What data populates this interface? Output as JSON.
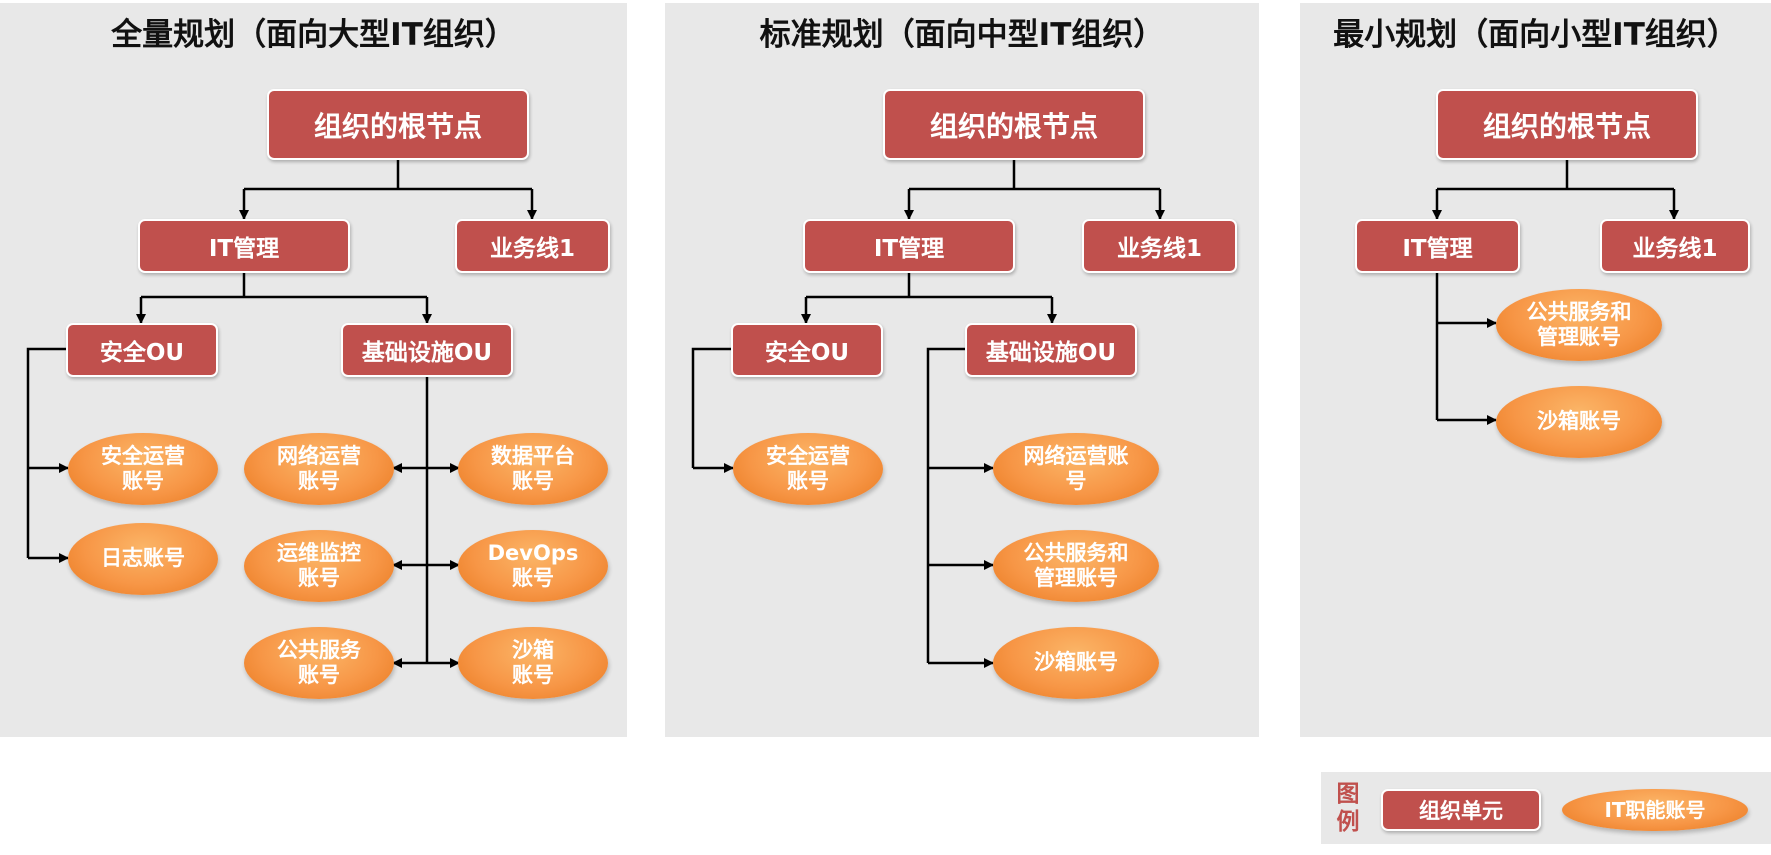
{
  "colors": {
    "panel_bg": "#e8e8e8",
    "org_unit": "#c0504d",
    "account": "#f79646",
    "legend_mark": "#c0504d",
    "connector": "#000000"
  },
  "panels": [
    {
      "title": "全量规划（面向大型IT组织）",
      "root": "组织的根节点",
      "it_mgmt": "IT管理",
      "bizline": "业务线1",
      "sec_ou": "安全OU",
      "infra_ou": "基础设施OU",
      "sec_accounts": [
        "安全运营\n账号",
        "日志账号"
      ],
      "infra_left_accounts": [
        "网络运营\n账号",
        "运维监控\n账号",
        "公共服务\n账号"
      ],
      "infra_right_accounts": [
        "数据平台\n账号",
        "DevOps\n账号",
        "沙箱\n账号"
      ]
    },
    {
      "title": "标准规划（面向中型IT组织）",
      "root": "组织的根节点",
      "it_mgmt": "IT管理",
      "bizline": "业务线1",
      "sec_ou": "安全OU",
      "infra_ou": "基础设施OU",
      "sec_accounts": [
        "安全运营\n账号"
      ],
      "infra_accounts": [
        "网络运营账\n号",
        "公共服务和\n管理账号",
        "沙箱账号"
      ]
    },
    {
      "title": "最小规划（面向小型IT组织）",
      "root": "组织的根节点",
      "it_mgmt": "IT管理",
      "bizline": "业务线1",
      "it_accounts": [
        "公共服务和\n管理账号",
        "沙箱账号"
      ]
    }
  ],
  "legend": {
    "mark": "图\n例",
    "org_unit_label": "组织单元",
    "account_label": "IT职能账号"
  }
}
